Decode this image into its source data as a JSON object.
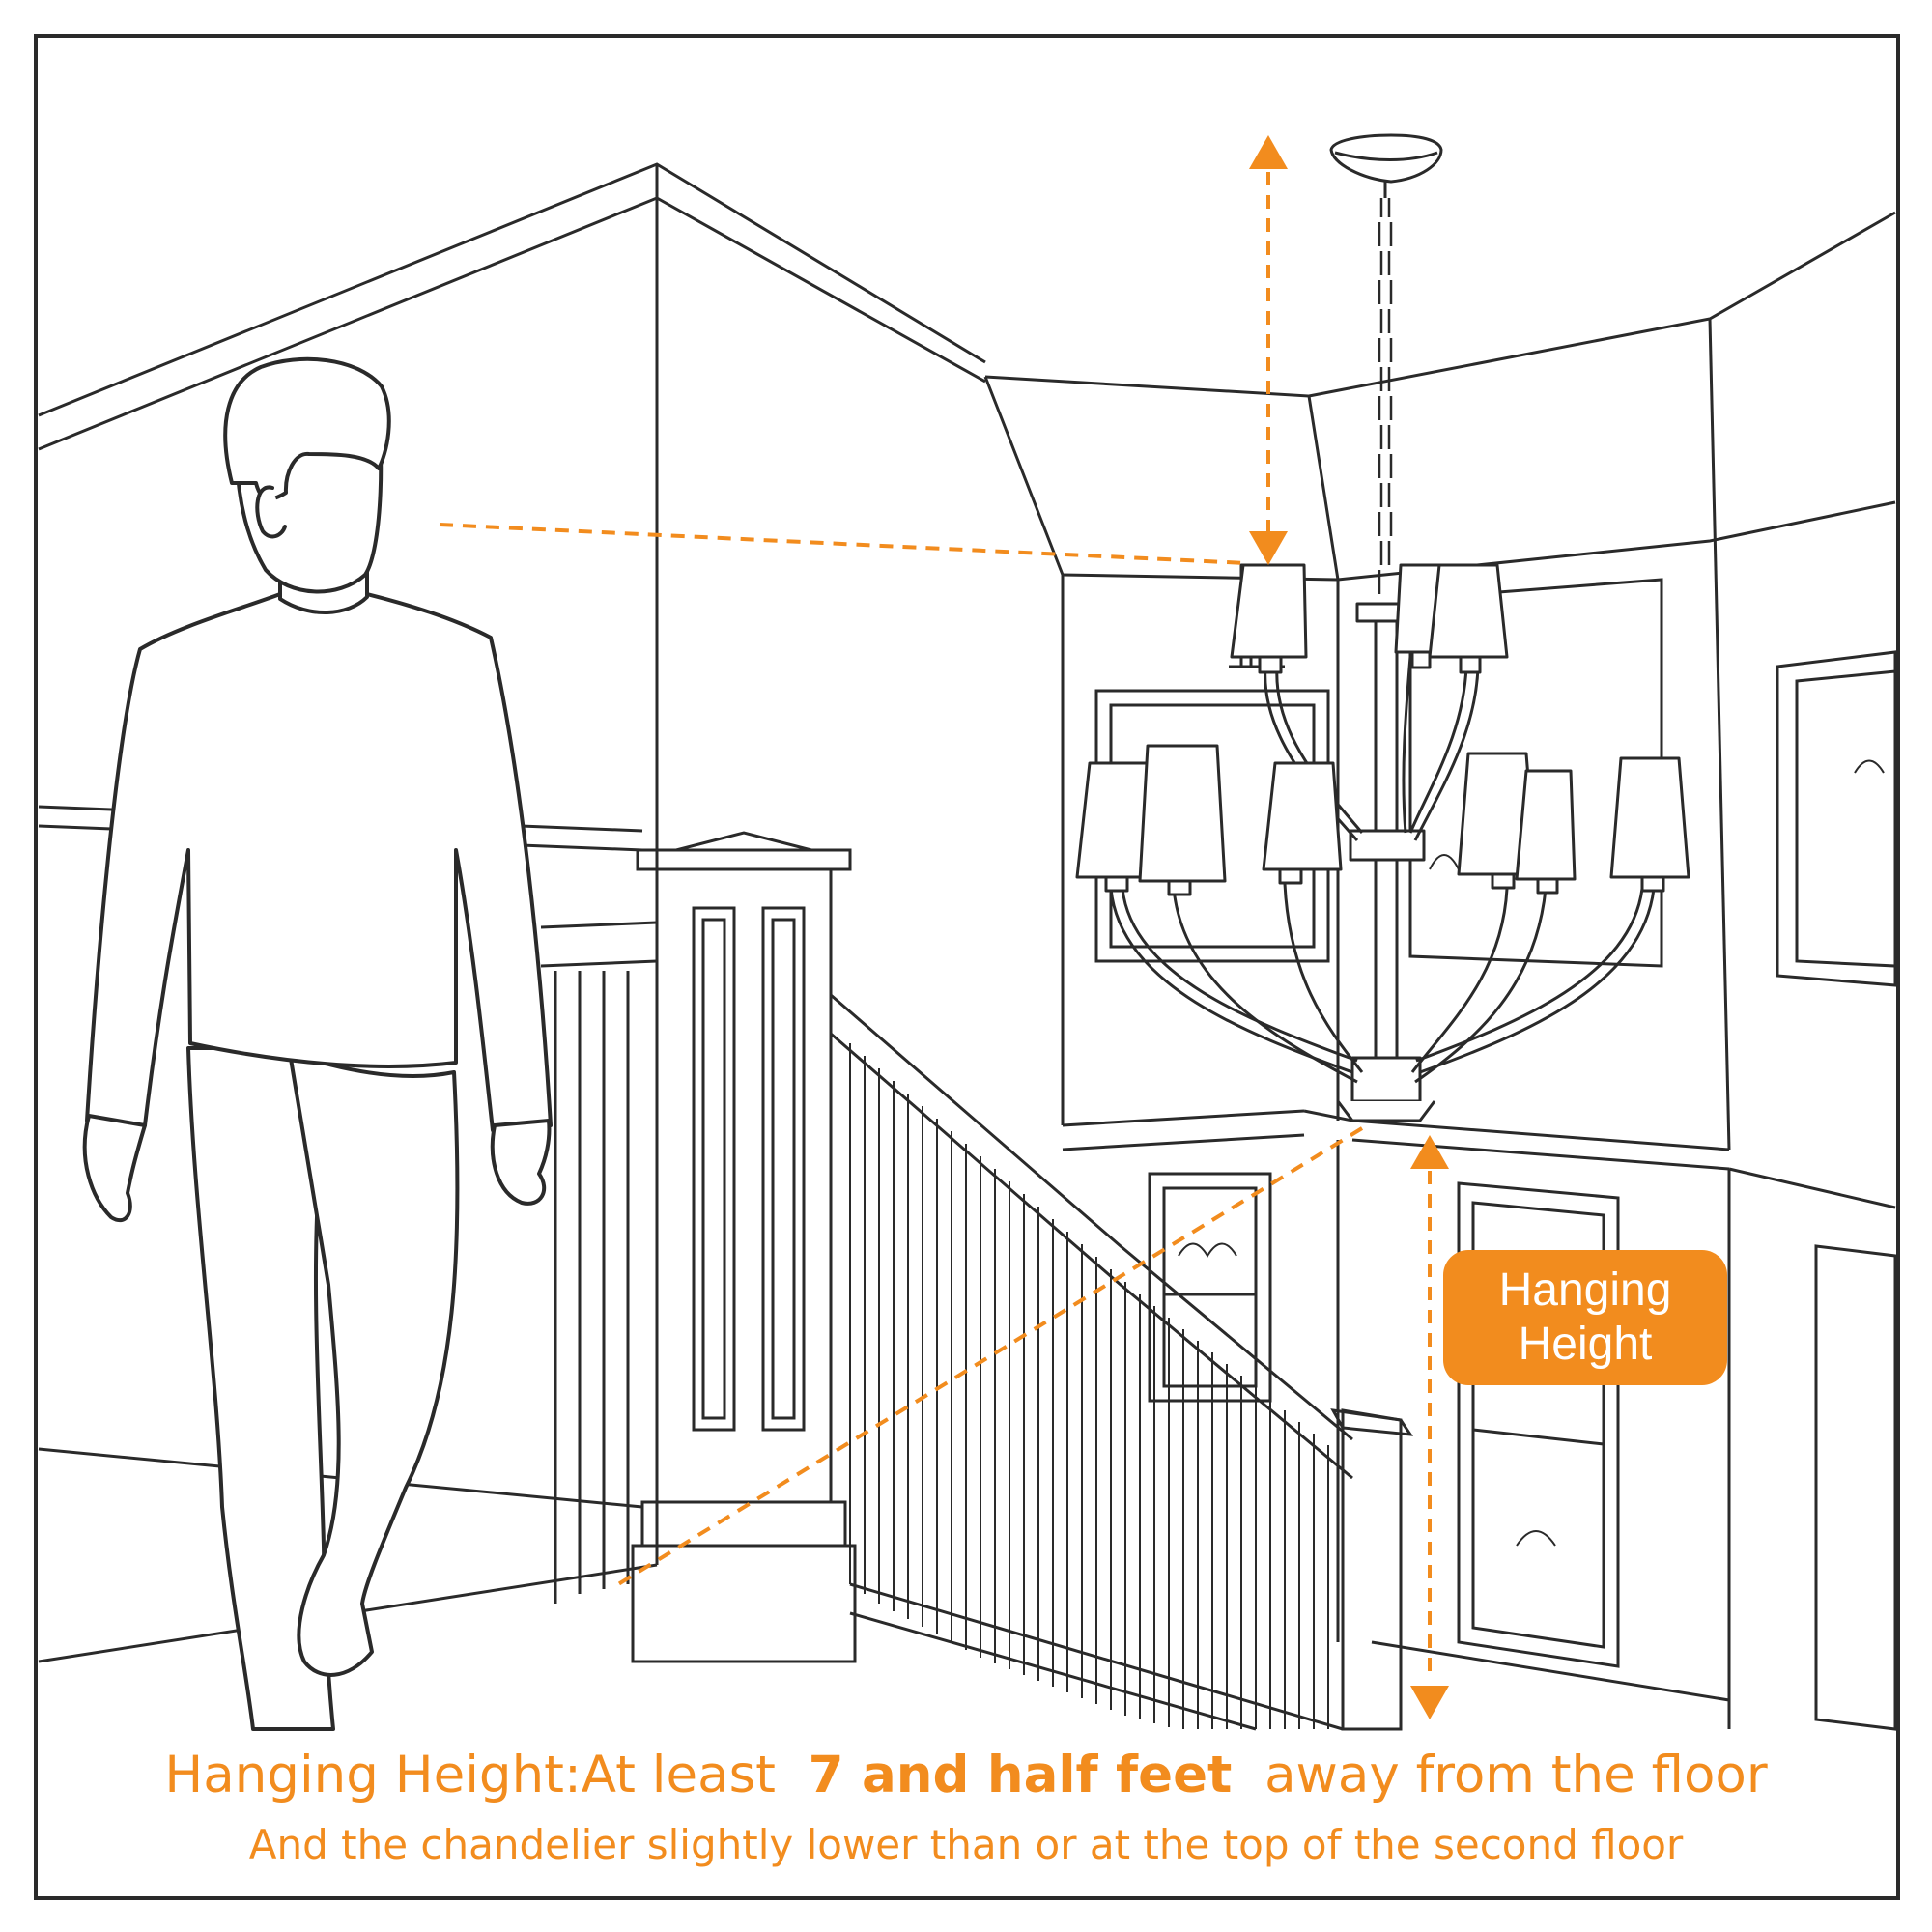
{
  "colors": {
    "accent": "#F28C1E",
    "line": "#2a2a2a",
    "background": "#ffffff"
  },
  "badge": {
    "line1": "Hanging",
    "line2": "Height"
  },
  "caption": {
    "prefix": "Hanging Height:At least",
    "emphasis": "7 and half feet",
    "suffix": "away from the floor",
    "line2": "And the chandelier slightly lower than or at the top of the second floor"
  }
}
